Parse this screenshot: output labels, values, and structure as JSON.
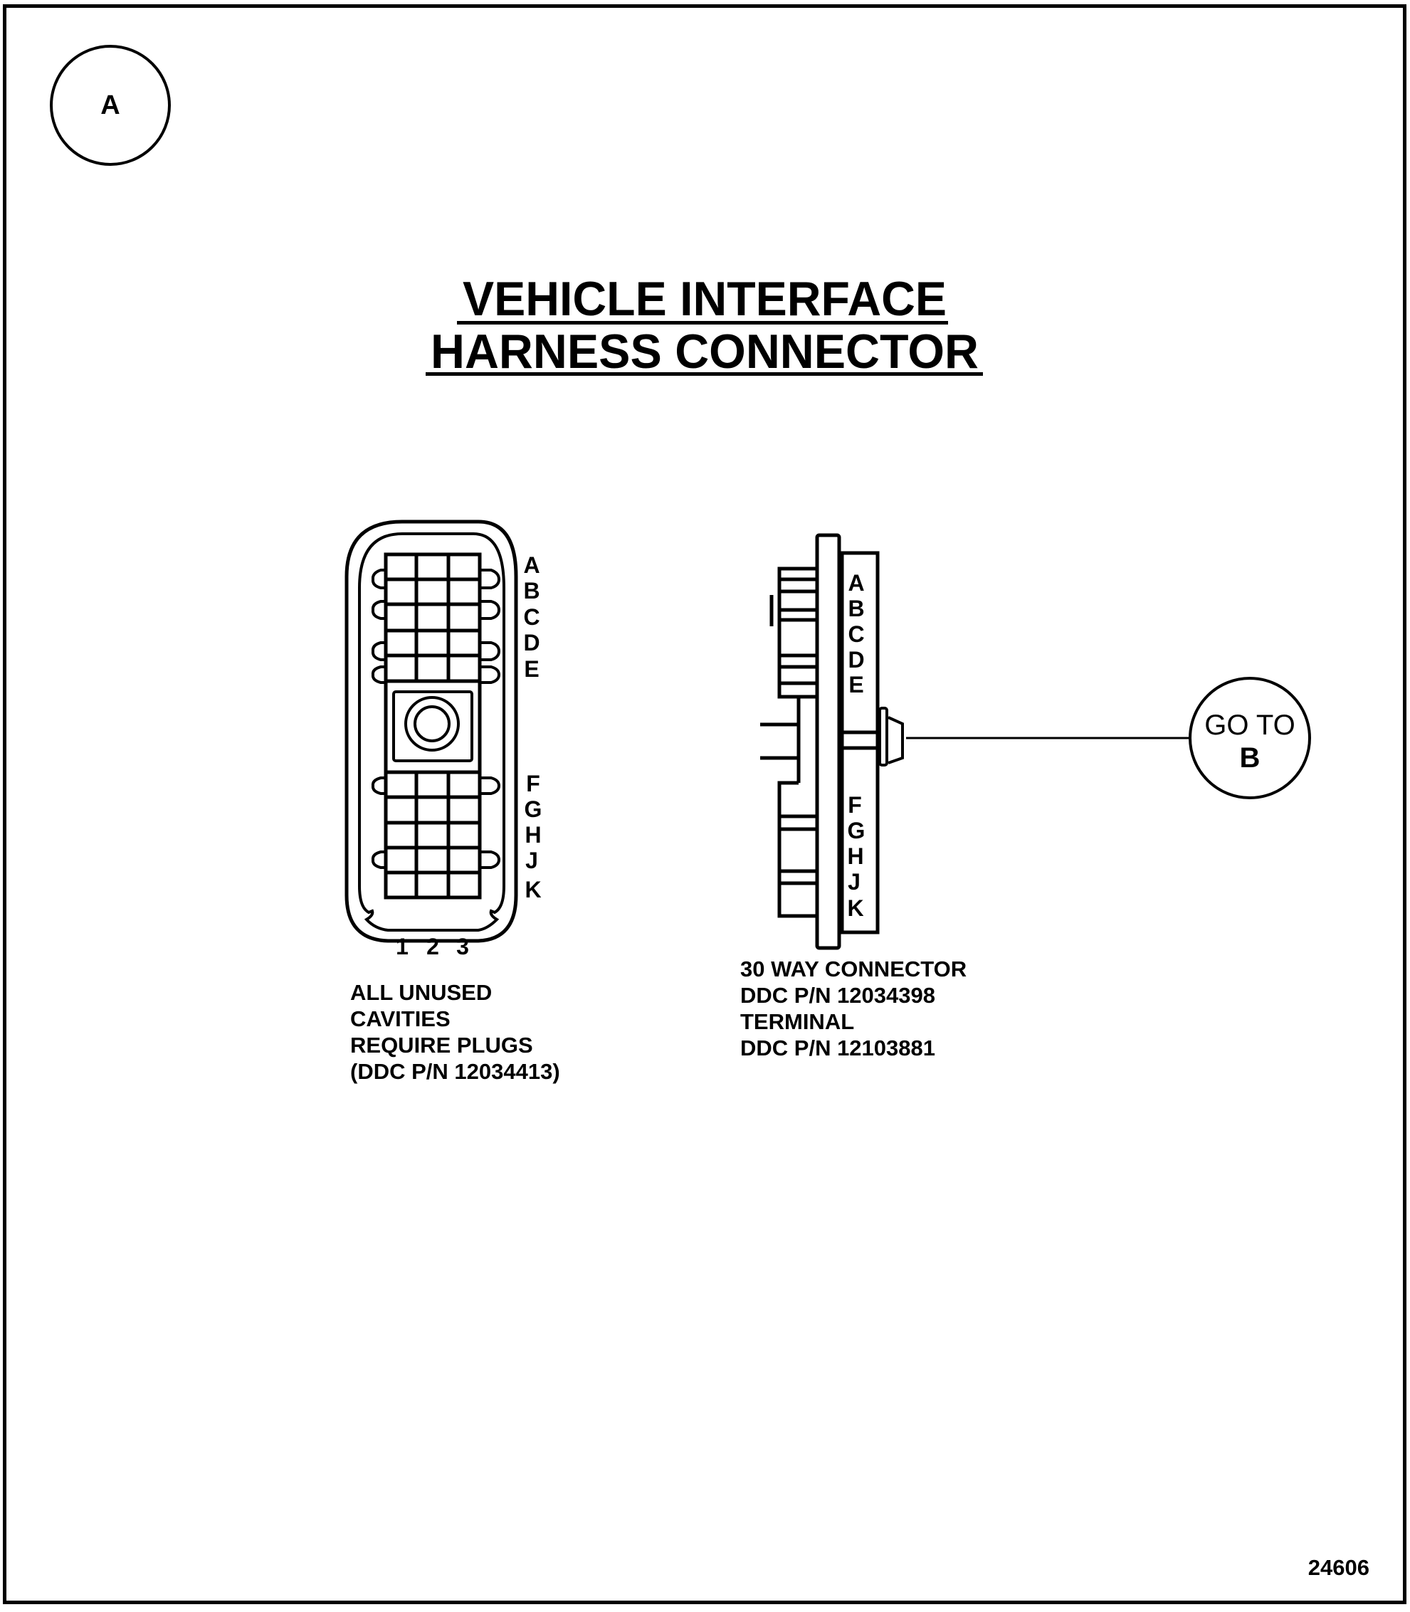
{
  "page": {
    "background": "#ffffff",
    "ink": "#000000"
  },
  "ref_circle_a": {
    "label": "A"
  },
  "title": {
    "line1": "VEHICLE INTERFACE",
    "line2": "HARNESS CONNECTOR"
  },
  "front_view": {
    "row_labels_top": [
      "A",
      "B",
      "C",
      "D",
      "E"
    ],
    "row_labels_bottom": [
      "F",
      "G",
      "H",
      "J",
      "K"
    ],
    "column_labels": [
      "1",
      "2",
      "3"
    ],
    "note": {
      "line1": "ALL UNUSED",
      "line2": "CAVITIES",
      "line3": "REQUIRE PLUGS",
      "line4": "(DDC P/N 12034413)"
    }
  },
  "side_view": {
    "row_labels_top": [
      "A",
      "B",
      "C",
      "D",
      "E"
    ],
    "row_labels_bottom": [
      "F",
      "G",
      "H",
      "J",
      "K"
    ],
    "note": {
      "line1": "30 WAY CONNECTOR",
      "line2": "DDC P/N 12034398",
      "line3": "TERMINAL",
      "line4": "DDC P/N 12103881"
    }
  },
  "goto_circle": {
    "line1": "GO TO",
    "line2": "B"
  },
  "figure_number": "24606"
}
